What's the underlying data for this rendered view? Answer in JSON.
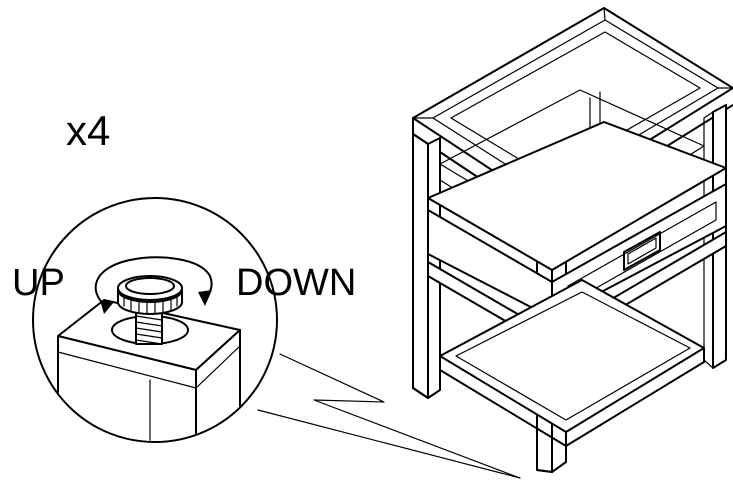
{
  "labels": {
    "quantity": "x4",
    "up": "UP",
    "down": "DOWN"
  },
  "icons": {
    "rotation": "circular-arrow-icon",
    "leveler": "leveling-foot-icon",
    "furniture": "nightstand-drawing"
  },
  "colors": {
    "ink": "#000000",
    "paper": "#ffffff"
  }
}
